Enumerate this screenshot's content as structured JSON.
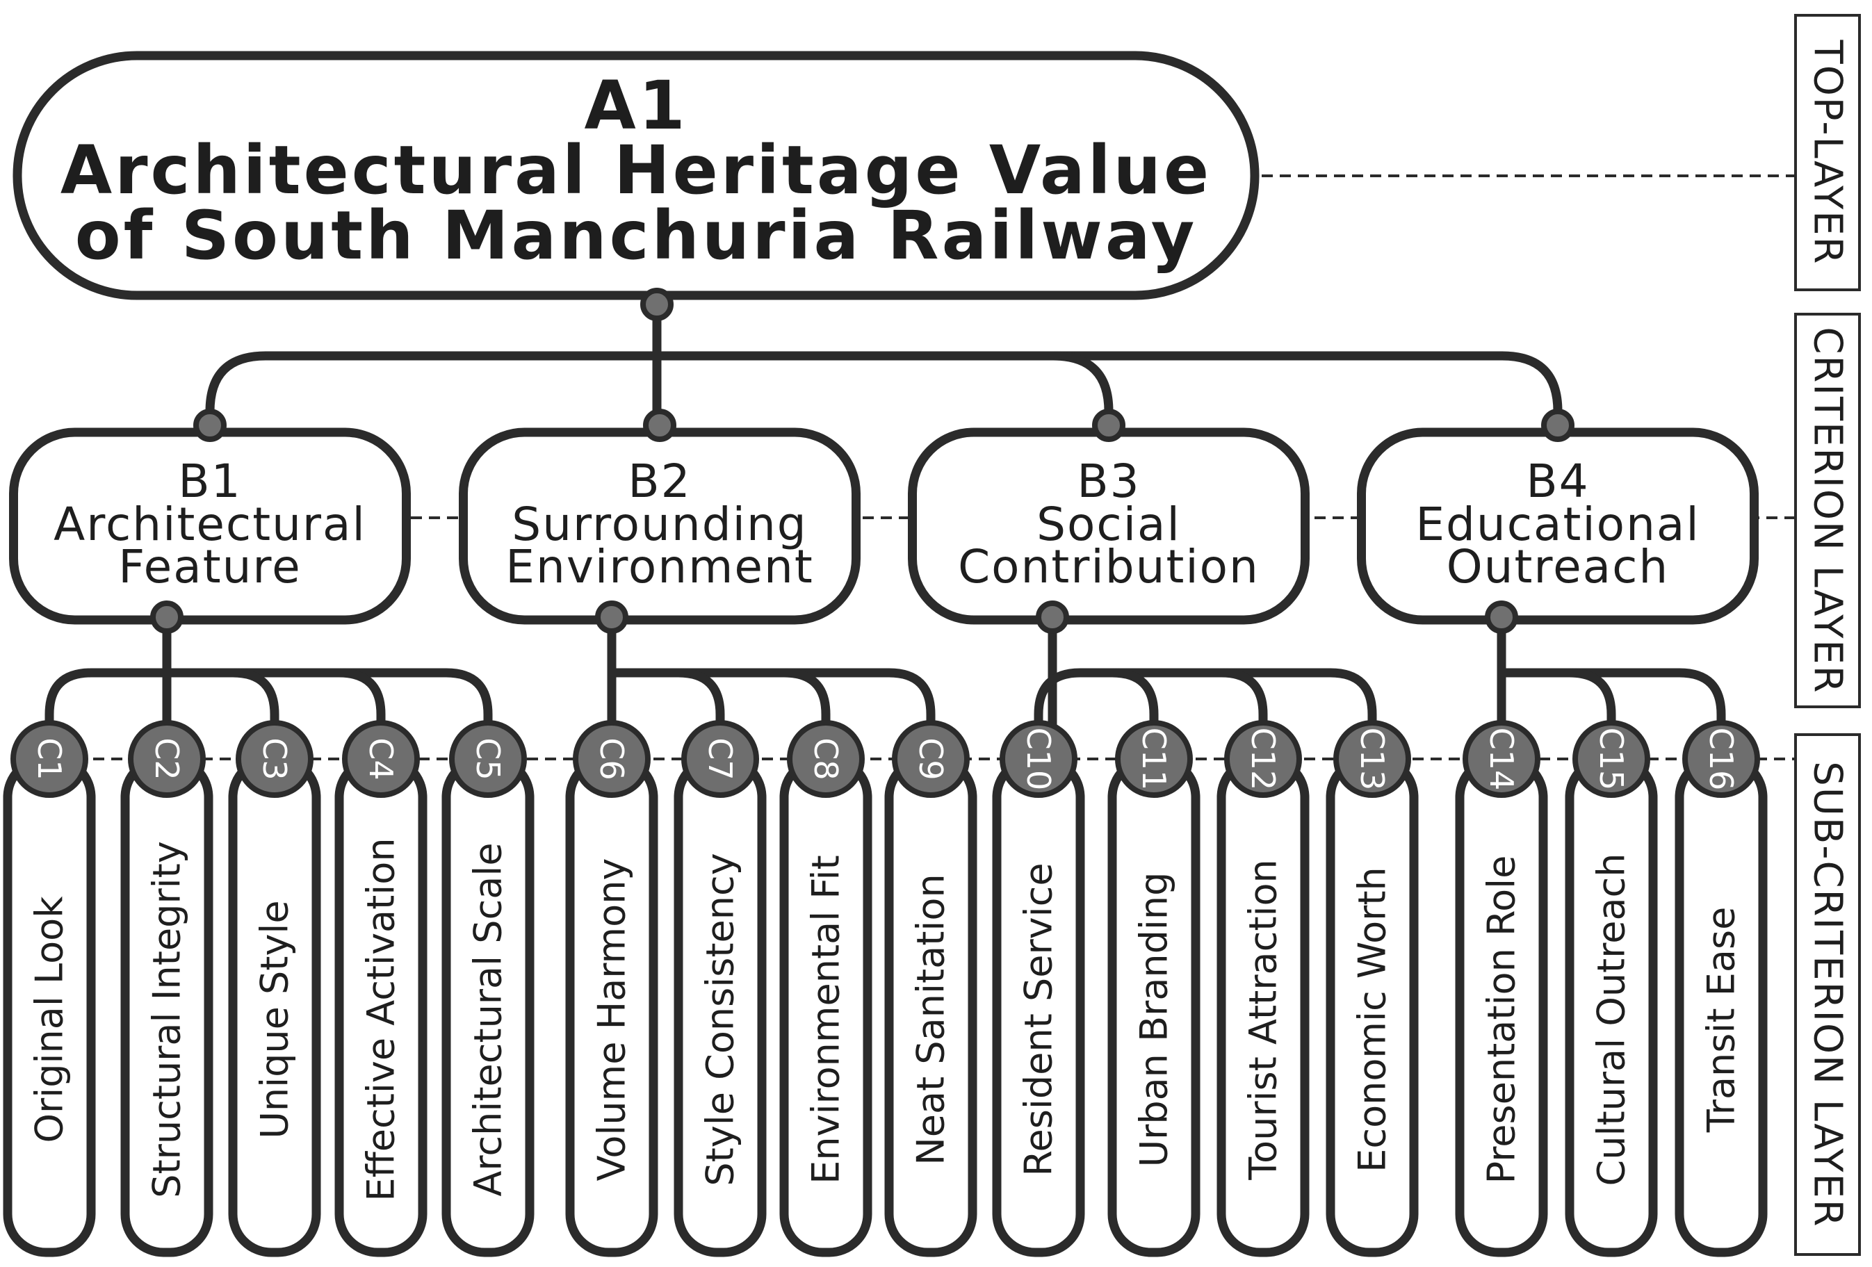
{
  "top": {
    "code": "A1",
    "line1": "Architectural Heritage Value",
    "line2": "of South Manchuria Railway"
  },
  "criteria": [
    {
      "code": "B1",
      "line1": "Architectural",
      "line2": "Feature"
    },
    {
      "code": "B2",
      "line1": "Surrounding",
      "line2": "Environment"
    },
    {
      "code": "B3",
      "line1": "Social",
      "line2": "Contribution"
    },
    {
      "code": "B4",
      "line1": "Educational",
      "line2": "Outreach"
    }
  ],
  "subcriteria": [
    {
      "code": "C1",
      "label": "Original Look"
    },
    {
      "code": "C2",
      "label": "Structural Integrity"
    },
    {
      "code": "C3",
      "label": "Unique Style"
    },
    {
      "code": "C4",
      "label": "Effective Activation"
    },
    {
      "code": "C5",
      "label": "Architectural Scale"
    },
    {
      "code": "C6",
      "label": "Volume Harmony"
    },
    {
      "code": "C7",
      "label": "Style Consistency"
    },
    {
      "code": "C8",
      "label": "Environmental Fit"
    },
    {
      "code": "C9",
      "label": "Neat Sanitation"
    },
    {
      "code": "C10",
      "label": "Resident Service"
    },
    {
      "code": "C11",
      "label": "Urban Branding"
    },
    {
      "code": "C12",
      "label": "Tourist Attraction"
    },
    {
      "code": "C13",
      "label": "Economic Worth"
    },
    {
      "code": "C14",
      "label": "Presentation Role"
    },
    {
      "code": "C15",
      "label": "Cultural Outreach"
    },
    {
      "code": "C16",
      "label": "Transit Ease"
    }
  ],
  "layers": {
    "top": "TOP-LAYER",
    "criterion": "CRITERION LAYER",
    "sub": "SUB-CRITERION LAYER"
  }
}
